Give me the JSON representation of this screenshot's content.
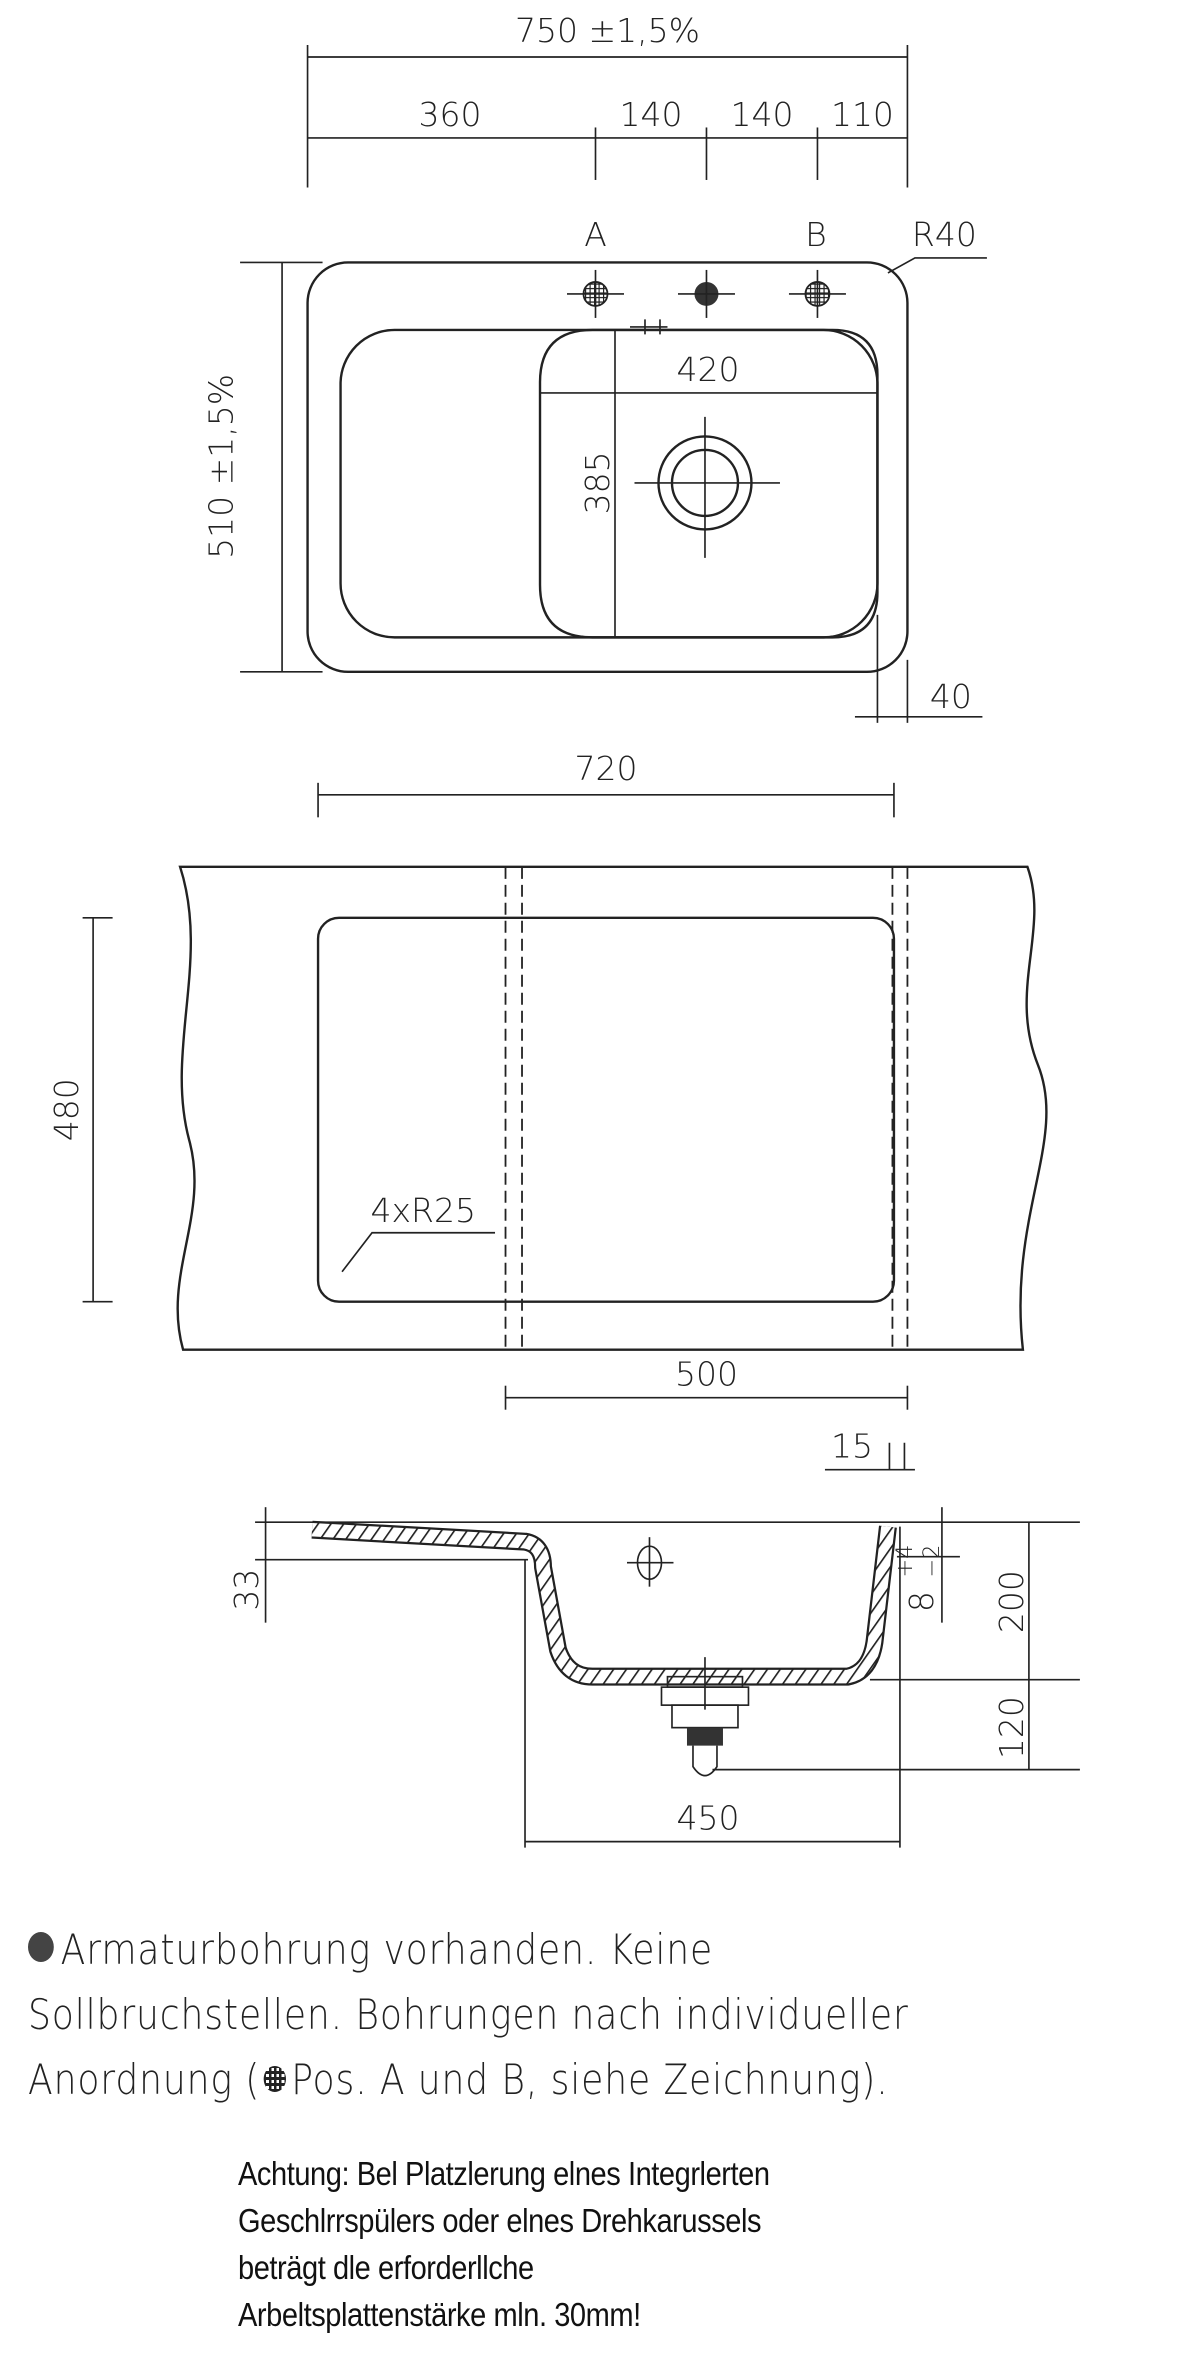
{
  "top_view": {
    "overall_width": "750 ±1,5%",
    "segments": [
      "360",
      "140",
      "140",
      "110"
    ],
    "hole_a": "A",
    "hole_b": "B",
    "corner_radius": "R40",
    "overall_depth": "510 ±1,5%",
    "bowl_width": "420",
    "bowl_depth": "385",
    "edge_offset": "40"
  },
  "cutout_view": {
    "cutout_width": "720",
    "cutout_depth": "480",
    "corner_radius": "4xR25",
    "cabinet_width": "500"
  },
  "section_view": {
    "rim_offset": "15",
    "drainboard_height": "33",
    "tolerance": "8 +4 −2",
    "tolerance_base": "8",
    "tolerance_plus": "+4",
    "tolerance_minus": "−2",
    "bowl_height": "200",
    "drain_height": "120",
    "bowl_inner_width": "450"
  },
  "notes": {
    "line1": "Armaturbohrung vorhanden. Keine",
    "line2": "Sollbruchstellen. Bohrungen nach individueller",
    "line3_a": "Anordnung (",
    "line3_b": "Pos. A und B, siehe Zeichnung).",
    "solid_hole_icon": "filled-circle",
    "optional_hole_icon": "hatched-circle"
  },
  "warning": {
    "lines": [
      "Achtung: Bel Platzlerung elnes Integrlerten",
      "Geschlrrspülers oder elnes Drehkarussels",
      "beträgt dle erforderllche",
      "Arbeltsplattenstärke mln. 30mm!"
    ]
  }
}
